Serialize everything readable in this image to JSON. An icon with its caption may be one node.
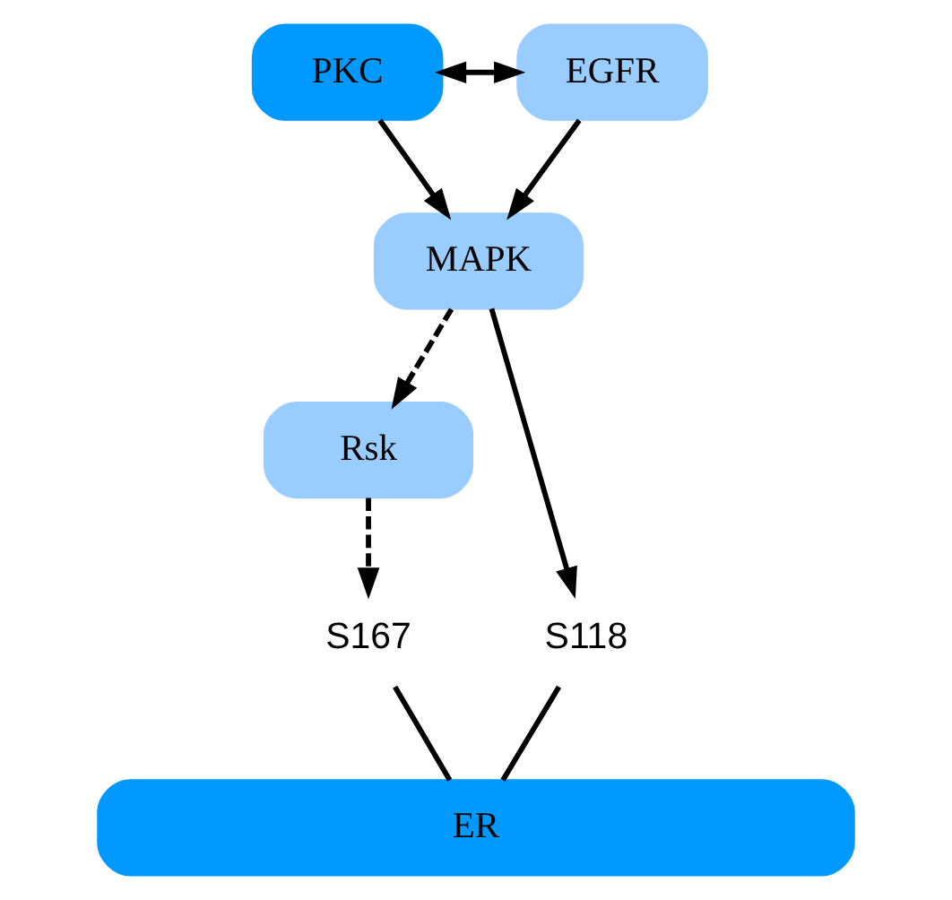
{
  "diagram": {
    "nodes": [
      {
        "text": [
          "PKC"
        ]
      },
      {
        "text": [
          "EGFR"
        ]
      },
      {
        "text": [
          "MAPK"
        ]
      },
      {
        "text": [
          "Rsk"
        ]
      },
      {
        "text": [
          "S118"
        ]
      },
      {
        "text": [
          "S167"
        ]
      },
      {
        "text": [
          "ER"
        ]
      }
    ],
    "edges": [
      {
        "from": 0,
        "to": 1,
        "arrow": "both"
      },
      {
        "from": 0,
        "to": 2,
        "arrow": "to"
      },
      {
        "from": 1,
        "to": 2,
        "arrow": "to"
      },
      {
        "from": 2,
        "to": 3,
        "arrow": "to",
        "style": "dashed"
      },
      {
        "from": 2,
        "to": 4,
        "arrow": "to"
      },
      {
        "from": 3,
        "to": 5,
        "arrow": "to",
        "style": "dashed"
      },
      {
        "from": 4,
        "to": 6,
        "arrow": "none"
      },
      {
        "from": 5,
        "to": 6,
        "arrow": "none"
      }
    ]
  }
}
